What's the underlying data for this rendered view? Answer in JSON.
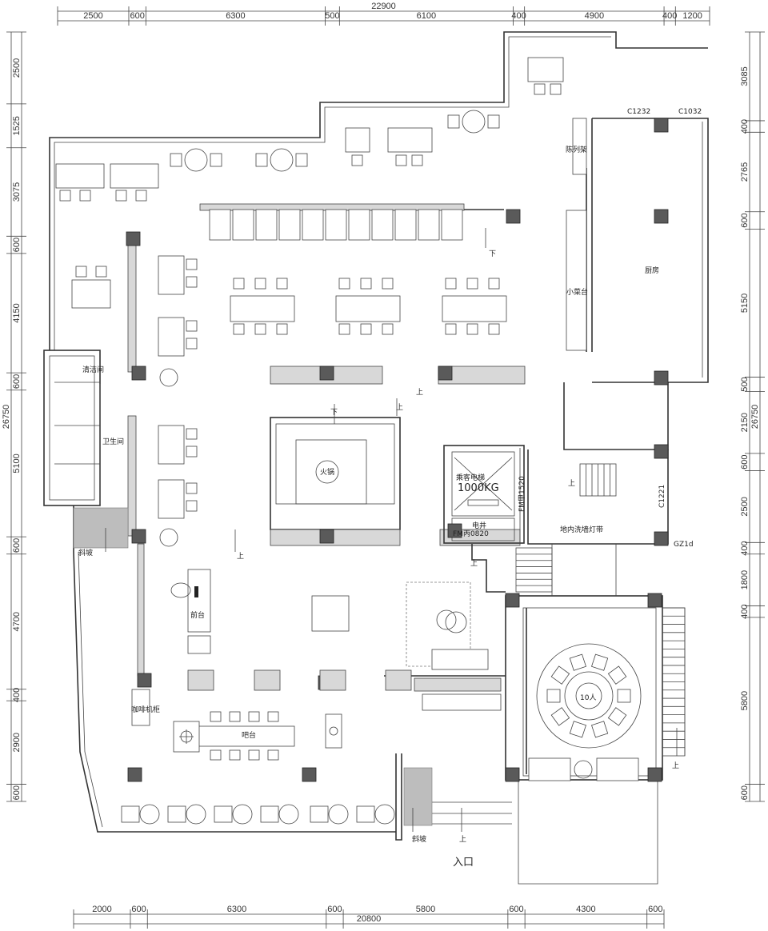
{
  "dimensions": {
    "top": {
      "total": "22900",
      "segments": [
        "2500",
        "600",
        "6300",
        "500",
        "6100",
        "400",
        "4900",
        "400",
        "1200"
      ]
    },
    "left": {
      "total": "26750",
      "segments": [
        "2500",
        "1525",
        "3075",
        "600",
        "4150",
        "600",
        "5100",
        "600",
        "4700",
        "400",
        "2900",
        "600"
      ]
    },
    "right": {
      "total": "26750",
      "segments": [
        "3085",
        "400",
        "2765",
        "600",
        "5150",
        "500",
        "2150",
        "600",
        "2500",
        "400",
        "1800",
        "400",
        "5800",
        "600"
      ]
    },
    "bottom": {
      "total": "20800",
      "segments": [
        "2000",
        "600",
        "6300",
        "600",
        "5800",
        "600",
        "4300",
        "600"
      ]
    }
  },
  "rooms": {
    "cleaning_room": "清洁间",
    "restroom": "卫生间",
    "ramp_left": "斜坡",
    "ramp_entrance": "斜坡",
    "reception": "前台",
    "coffee_cabinet": "咖啡机柜",
    "bar_counter": "吧台",
    "hotpot": "火锅",
    "elevator": "乘客电梯",
    "elevator_capacity": "1000KG",
    "electrical_shaft": "电井",
    "shaft_door": "FM丙0820",
    "stair_door": "FM甲1520",
    "floor_light_strip": "地内洗墙灯带",
    "window_c1221": "C1221",
    "column_gz1d": "GZ1d",
    "window_c1232": "C1232",
    "window_c1032": "C1032",
    "display_shelf": "陈列架",
    "kitchen": "厨房",
    "side_dish_counter": "小菜台",
    "private_room_capacity": "10人",
    "entrance": "入口"
  },
  "arrows": {
    "up": "上",
    "down": "下"
  }
}
